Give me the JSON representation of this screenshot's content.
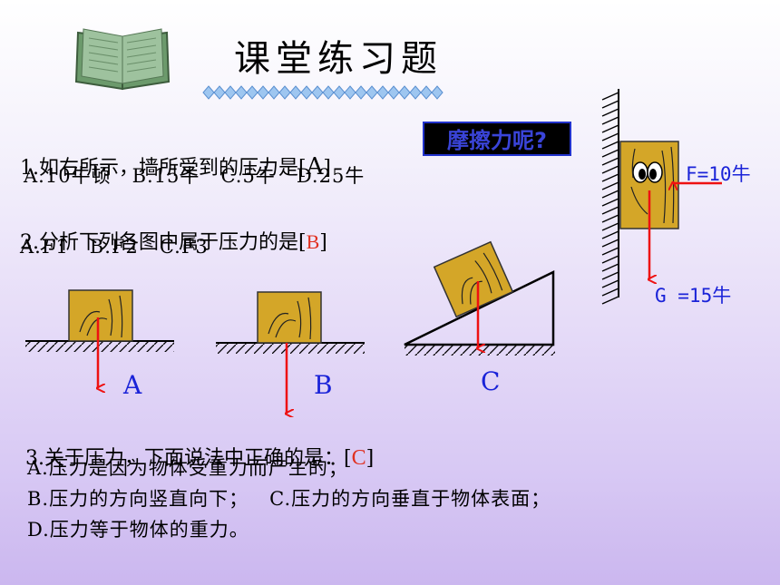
{
  "title": "课堂练习题",
  "q1": {
    "text": "1.如右所示，墙所受到的压力是[",
    "answer": "A",
    "close": "]",
    "callout": "摩擦力呢?",
    "options": "A.10牛顿   B.15牛   C.5牛   D.25牛"
  },
  "q2": {
    "text": "2.分析下列各图中属于压力的是[",
    "answer": "B",
    "close": "]",
    "options": "A.F1   B.F2   C.F3"
  },
  "figures": {
    "a_label": "A",
    "b_label": "B",
    "c_label": "C"
  },
  "wall_figure": {
    "f_label": "F=10牛",
    "g_label": "G =15牛"
  },
  "q3": {
    "text": "3.关于压力，下面说法中正确的是：[",
    "answer": "C",
    "close": "]",
    "option_a": "A.压力是因为物体受重力而产生的；",
    "option_bc": "B.压力的方向竖直向下；   C.压力的方向垂直于物体表面；",
    "option_d": "D.压力等于物体的重力。"
  },
  "colors": {
    "arrow": "#ee1111",
    "block": "#d4a628",
    "answer": "#e03020",
    "blue_label": "#1a23d8"
  }
}
